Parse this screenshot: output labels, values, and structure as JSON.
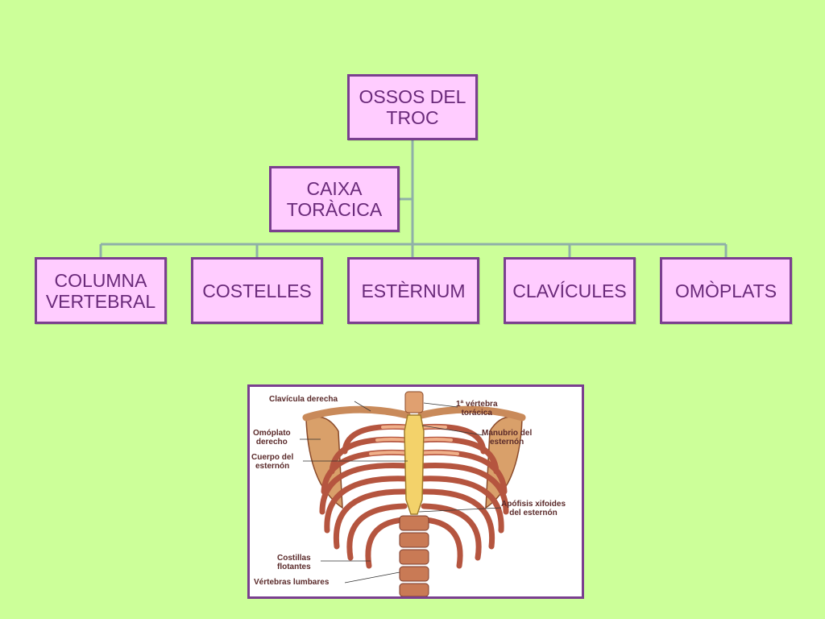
{
  "diagram": {
    "root": "OSSOS DEL TROC",
    "intermediate": "CAIXA TORÀCICA",
    "children": [
      "COLUMNA VERTEBRAL",
      "COSTELLES",
      "ESTÈRNUM",
      "CLAVÍCULES",
      "OMÒPLATS"
    ]
  },
  "figure": {
    "labels": {
      "clavicula": "Clavícula derecha",
      "omoplato": "Omóplato\nderecho",
      "cuerpo": "Cuerpo del\nesternón",
      "costillas": "Costillas\nflotantes",
      "vertebras": "Vértebras lumbares",
      "toracica": "1ª vértebra\ntorácica",
      "manubrio": "Manubrio del\nesternón",
      "apofisis": "Apófisis xifoides\ndel esternón"
    }
  },
  "colors": {
    "background": "#ccff99",
    "node_fill": "#ffccff",
    "node_border": "#7a3f8f",
    "node_text": "#6a2a7a",
    "connector": "#8fb0a8"
  }
}
